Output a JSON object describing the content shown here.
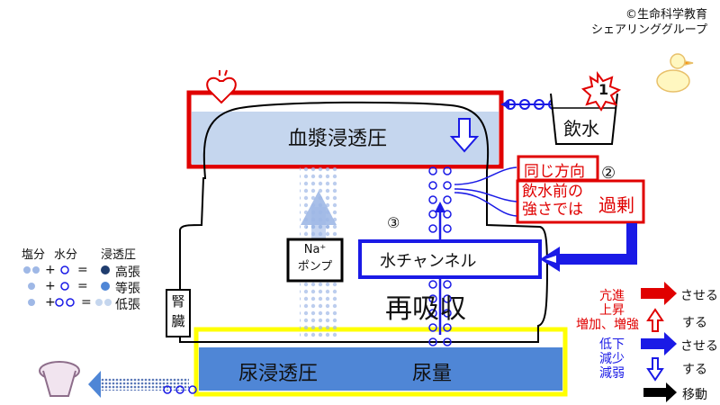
{
  "credit": {
    "line1": "©生命科学教育",
    "line2": "シェアリンググループ"
  },
  "labels": {
    "plasma_osmotic": "血漿浸透圧",
    "drinking_water": "飲水",
    "step1": "1",
    "step2": "②",
    "step3": "③",
    "same_direction": "同じ方向",
    "excess_line1": "飲水前の",
    "excess_line2": "強さでは",
    "excess_word": "過剰",
    "na_pump_line1": "Na⁺",
    "na_pump_line2": "ポンプ",
    "water_channel": "水チャンネル",
    "reabsorption": "再吸収",
    "kidney": "腎臓",
    "urine_osmotic": "尿浸透圧",
    "urine_volume": "尿量"
  },
  "left_legend": {
    "salt": "塩分",
    "water": "水分",
    "osmotic": "浸透圧",
    "rows": [
      {
        "sign1": "+",
        "sign2": "=",
        "label": "高張"
      },
      {
        "sign1": "+",
        "sign2": "=",
        "label": "等張"
      },
      {
        "sign1": "+",
        "sign2": "=",
        "label": "低張"
      }
    ]
  },
  "right_legend": {
    "increase_words": [
      "亢進",
      "上昇",
      "増加、増強"
    ],
    "decrease_words": [
      "低下",
      "減少",
      "減弱"
    ],
    "make": "させる",
    "do": "する",
    "move": "移動"
  },
  "colors": {
    "red": "#e00000",
    "blue": "#1a1ae6",
    "plasma": "#c5d6ee",
    "urine": "#4f86d6",
    "yellow": "#ffff00",
    "dot": "#9fb8e6"
  },
  "icons": [
    "heart-icon",
    "cup-icon",
    "burst-icon",
    "toilet-icon",
    "duck-icon"
  ]
}
